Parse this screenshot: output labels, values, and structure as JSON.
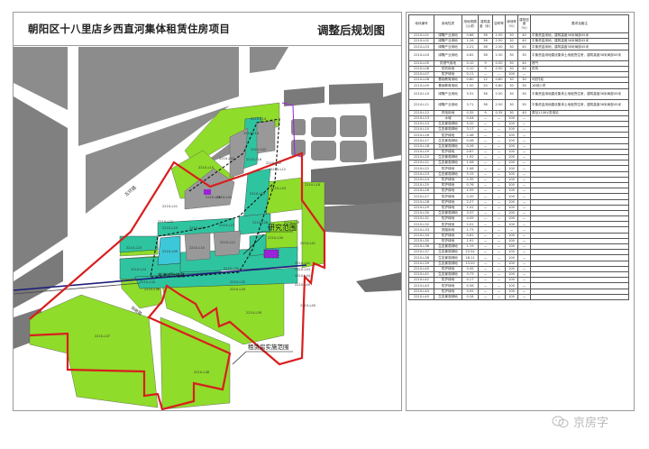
{
  "header": {
    "title": "朝阳区十八里店乡西直河集体租赁住房项目",
    "subtitle": "调整后规划图"
  },
  "map": {
    "colors": {
      "built_gray": "#8c8c8c",
      "dark_gray": "#6e6e6e",
      "green": "#8fdc2a",
      "teal": "#2fc4a0",
      "cyan": "#3cc8d8",
      "red_boundary": "#d81e1e",
      "purple": "#9a22d8",
      "rail_line": "#1c1c7a"
    },
    "labels": {
      "road_ring5": "五环路",
      "road_south": "张帐路",
      "railway": "京津城际铁路",
      "study_area": "研究范围",
      "rental_area": "租赁房实施范围"
    },
    "parcels": [
      "2210-L14",
      "2210-L15",
      "2210-L03",
      "2210-L01",
      "2210-L16",
      "2210-L02",
      "2210-L12",
      "2210-L04",
      "2210-L06",
      "2210-L18",
      "2210-L19",
      "2210-L20",
      "2210-L21",
      "2210-L22",
      "2210-L23",
      "2210-L25",
      "2210-L26",
      "2210-L27",
      "2210-L28",
      "2210-L29",
      "2210-L30",
      "2210-L10",
      "2210-L11",
      "2210-L31",
      "2210-L41",
      "2210-L42",
      "2210-L43",
      "2210-L44",
      "2210-L45",
      "2210-L39",
      "2210-L37",
      "2210-L38",
      "2210-L24",
      "2210-L34",
      "2210-L36",
      "2210-L32",
      "2210-L33",
      "2210-L09",
      "2210-L40"
    ]
  },
  "table": {
    "headers": [
      "地块编号",
      "用地性质",
      "用地规模（公顷）",
      "建筑高度（米）",
      "容积率",
      "绿地率（%）",
      "建筑密度（%）",
      "要求及备注"
    ],
    "rows": [
      [
        "2210-L01",
        "绿隔产业用地",
        "0.86",
        "36",
        "2.50",
        "30",
        "40",
        "平衡资金用地，建筑高度36米局部45米"
      ],
      [
        "2210-L02",
        "绿隔产业用地",
        "1.26",
        "36",
        "2.50",
        "30",
        "40",
        "平衡资金用地，建筑高度36米局部45米"
      ],
      [
        "2210-L03",
        "绿隔产业用地",
        "2.21",
        "36",
        "2.50",
        "30",
        "40",
        "平衡资金用地，建筑高度36米局部45米"
      ],
      [
        "2210-L04",
        "绿隔产业用地",
        "4.62",
        "36",
        "2.50",
        "30",
        "30",
        "平衡资金用地建设集体土地租赁住房，建筑高度36米局部45米"
      ],
      [
        "2210-L05",
        "供燃气用地",
        "0.10",
        "9",
        "0.50",
        "30",
        "40",
        "燃气"
      ],
      [
        "2210-L06",
        "供热用地",
        "0.10",
        "9",
        "0.50",
        "30",
        "40",
        "供热"
      ],
      [
        "2210-L07",
        "防护绿地",
        "0.11",
        "—",
        "—",
        "100",
        "—",
        ""
      ],
      [
        "2210-L08",
        "基础教育用地",
        "0.80",
        "12",
        "0.80",
        "30",
        "30",
        "9班托幼"
      ],
      [
        "2210-L09",
        "基础教育用地",
        "1.50",
        "20",
        "0.80",
        "30",
        "30",
        "18班小学"
      ],
      [
        "2210-L10",
        "绿隔产业用地",
        "3.31",
        "36",
        "2.50",
        "30",
        "30",
        "平衡资金用地建设集体土地租赁住房，建筑高度36米局部45米"
      ],
      [
        "2210-L11",
        "绿隔产业用地",
        "3.71",
        "36",
        "2.50",
        "30",
        "30",
        "平衡资金用地建设集体土地租赁住房，建筑高度36米局部45米"
      ],
      [
        "2210-L12",
        "供电用地",
        "0.35",
        "9",
        "0.35",
        "30",
        "40",
        "原址110KV变电站"
      ],
      [
        "2210-L13",
        "水域",
        "0.04",
        "—",
        "—",
        "100",
        "—",
        ""
      ],
      [
        "2210-L14",
        "生态景观绿地",
        "5.20",
        "—",
        "—",
        "100",
        "—",
        ""
      ],
      [
        "2210-L15",
        "生态景观绿地",
        "3.17",
        "—",
        "—",
        "100",
        "—",
        ""
      ],
      [
        "2210-L16",
        "防护绿地",
        "2.48",
        "—",
        "—",
        "100",
        "—",
        ""
      ],
      [
        "2210-L17",
        "生态景观绿地",
        "0.08",
        "—",
        "—",
        "100",
        "—",
        ""
      ],
      [
        "2210-L18",
        "生态景观绿地",
        "0.26",
        "—",
        "—",
        "100",
        "—",
        ""
      ],
      [
        "2210-L19",
        "防护绿地",
        "0.67",
        "—",
        "—",
        "100",
        "—",
        ""
      ],
      [
        "2210-L20",
        "生态景观绿地",
        "1.92",
        "—",
        "—",
        "100",
        "—",
        ""
      ],
      [
        "2210-L21",
        "生态景观绿地",
        "1.06",
        "—",
        "—",
        "100",
        "—",
        ""
      ],
      [
        "2210-L22",
        "防护绿地",
        "1.06",
        "—",
        "—",
        "100",
        "—",
        ""
      ],
      [
        "2210-L23",
        "生态景观绿地",
        "5.15",
        "—",
        "—",
        "100",
        "—",
        ""
      ],
      [
        "2210-L24",
        "防护绿地",
        "2.35",
        "—",
        "—",
        "100",
        "—",
        ""
      ],
      [
        "2210-L25",
        "防护绿地",
        "0.76",
        "—",
        "—",
        "100",
        "—",
        ""
      ],
      [
        "2210-L26",
        "防护绿地",
        "1.59",
        "—",
        "—",
        "100",
        "—",
        ""
      ],
      [
        "2210-L27",
        "防护绿地",
        "2.20",
        "—",
        "—",
        "100",
        "—",
        ""
      ],
      [
        "2210-L28",
        "防护绿地",
        "2.27",
        "—",
        "—",
        "100",
        "—",
        ""
      ],
      [
        "2210-L29",
        "防护绿地",
        "1.41",
        "—",
        "—",
        "100",
        "—",
        ""
      ],
      [
        "2210-L30",
        "生态景观绿地",
        "3.37",
        "—",
        "—",
        "100",
        "—",
        ""
      ],
      [
        "2210-L31",
        "防护绿地",
        "4.09",
        "—",
        "—",
        "100",
        "—",
        ""
      ],
      [
        "2210-L32",
        "防护绿地",
        "2.01",
        "—",
        "—",
        "100",
        "—",
        ""
      ],
      [
        "2210-L33",
        "铁路用地",
        "1.73",
        "—",
        "—",
        "—",
        "—",
        ""
      ],
      [
        "2210-L34",
        "防护绿地",
        "0.61",
        "—",
        "—",
        "100",
        "—",
        ""
      ],
      [
        "2210-L35",
        "防护绿地",
        "1.91",
        "—",
        "—",
        "100",
        "—",
        ""
      ],
      [
        "2210-L36",
        "生态景观绿地",
        "1.19",
        "—",
        "—",
        "100",
        "—",
        ""
      ],
      [
        "2210-L37",
        "生态景观绿地",
        "23.34",
        "—",
        "—",
        "100",
        "—",
        ""
      ],
      [
        "2210-L38",
        "生态景观绿地",
        "18.11",
        "—",
        "—",
        "100",
        "—",
        ""
      ],
      [
        "2210-L39",
        "生态景观绿地",
        "13.20",
        "—",
        "—",
        "100",
        "—",
        ""
      ],
      [
        "2210-L40",
        "防护绿地",
        "0.45",
        "—",
        "—",
        "100",
        "—",
        ""
      ],
      [
        "2210-L41",
        "生态景观绿地",
        "3.73",
        "—",
        "—",
        "100",
        "—",
        ""
      ],
      [
        "2210-L42",
        "防护绿地",
        "0.17",
        "—",
        "—",
        "100",
        "—",
        ""
      ],
      [
        "2210-L43",
        "防护绿地",
        "0.56",
        "—",
        "—",
        "100",
        "—",
        ""
      ],
      [
        "2210-L44",
        "防护绿地",
        "0.05",
        "—",
        "—",
        "100",
        "—",
        ""
      ],
      [
        "2210-L45",
        "生态景观绿地",
        "0.28",
        "—",
        "—",
        "100",
        "—",
        ""
      ]
    ]
  },
  "watermark": {
    "text": "京房字",
    "icon": "wechat-icon"
  }
}
